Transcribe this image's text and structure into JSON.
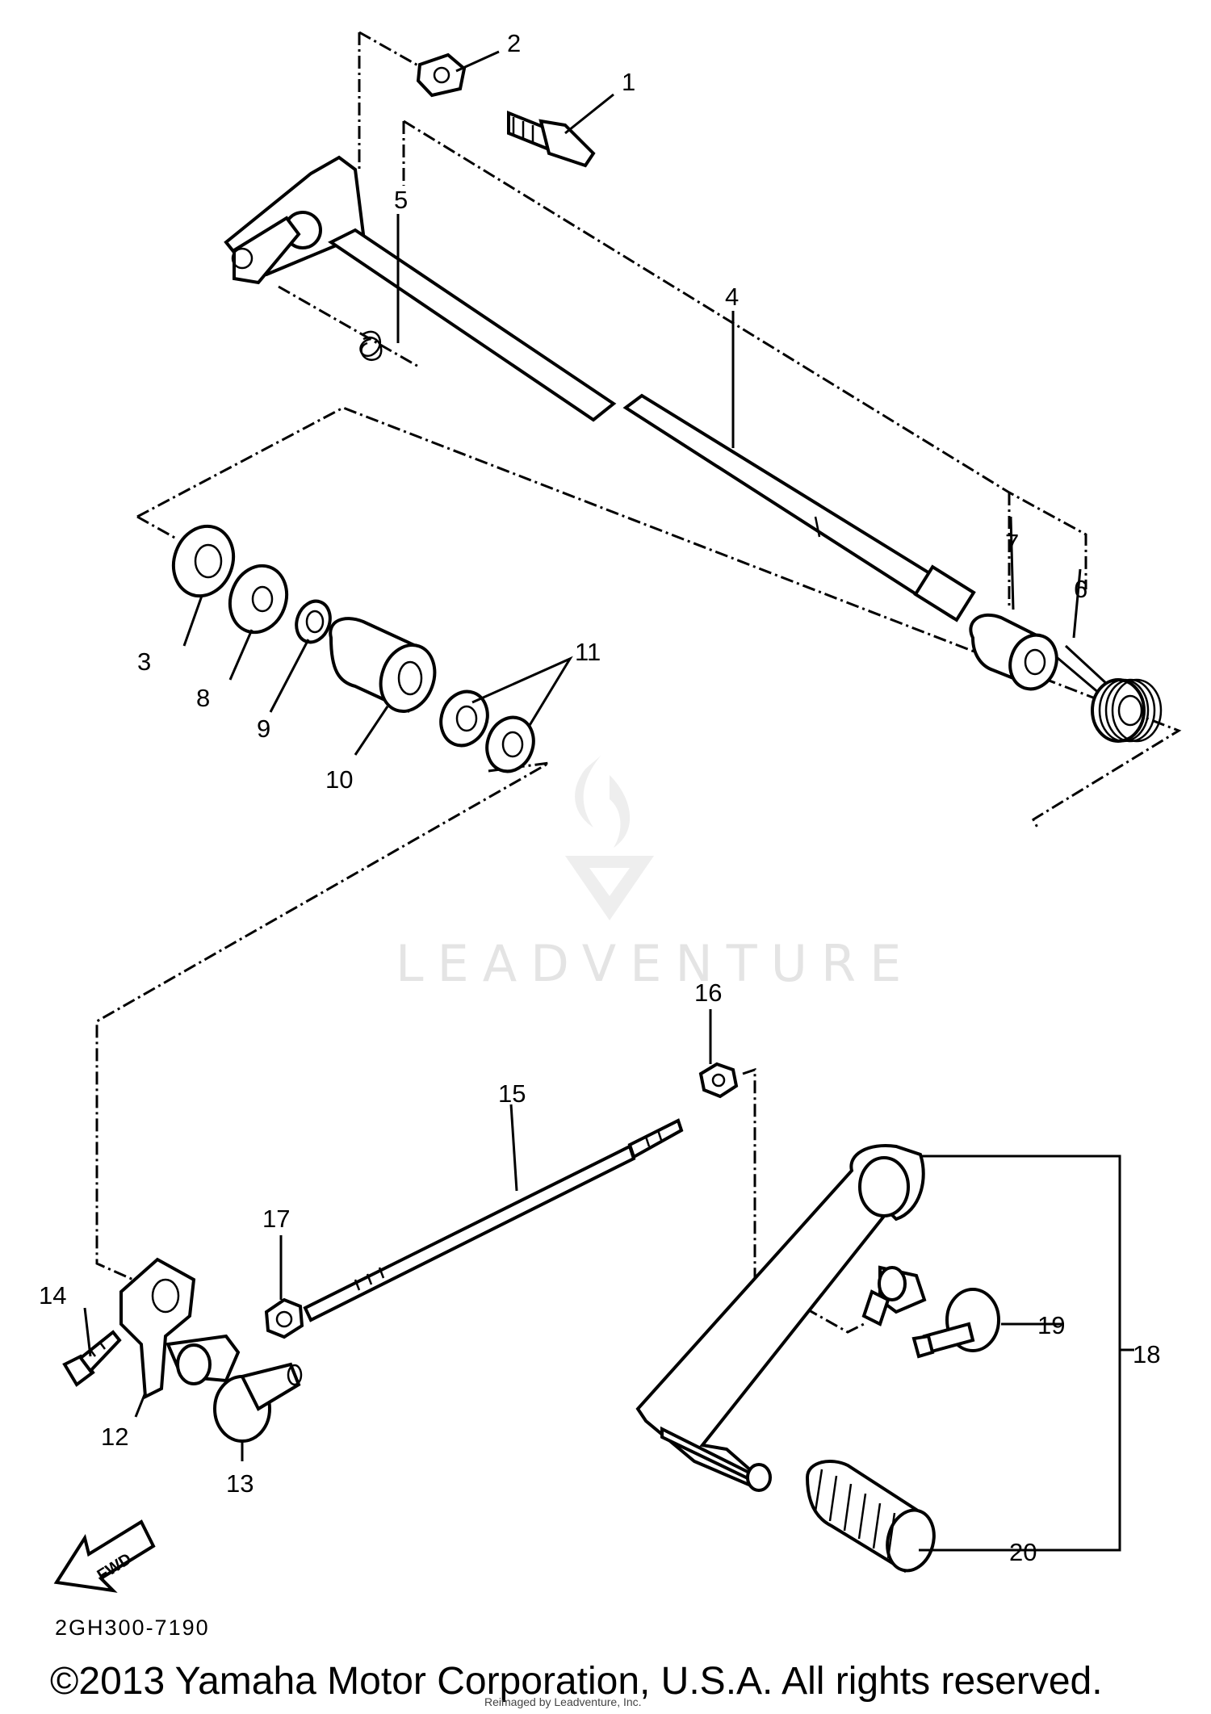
{
  "parts": [
    {
      "id": "label-1",
      "number": "1"
    },
    {
      "id": "label-2",
      "number": "2"
    },
    {
      "id": "label-3",
      "number": "3"
    },
    {
      "id": "label-4",
      "number": "4"
    },
    {
      "id": "label-5",
      "number": "5"
    },
    {
      "id": "label-6",
      "number": "6"
    },
    {
      "id": "label-7",
      "number": "7"
    },
    {
      "id": "label-8",
      "number": "8"
    },
    {
      "id": "label-9",
      "number": "9"
    },
    {
      "id": "label-10",
      "number": "10"
    },
    {
      "id": "label-11",
      "number": "11"
    },
    {
      "id": "label-12",
      "number": "12"
    },
    {
      "id": "label-13",
      "number": "13"
    },
    {
      "id": "label-14",
      "number": "14"
    },
    {
      "id": "label-15",
      "number": "15"
    },
    {
      "id": "label-16",
      "number": "16"
    },
    {
      "id": "label-17",
      "number": "17"
    },
    {
      "id": "label-18",
      "number": "18"
    },
    {
      "id": "label-19",
      "number": "19"
    },
    {
      "id": "label-20",
      "number": "20"
    }
  ],
  "fwd_arrow_label": "FWD",
  "drawing_code": "2GH300-7190",
  "watermark": {
    "text": "LEADVENTURE"
  },
  "footer": {
    "copyright": "©2013 Yamaha Motor Corporation, U.S.A. All rights reserved.",
    "credit": "Reimaged by Leadventure, Inc."
  }
}
